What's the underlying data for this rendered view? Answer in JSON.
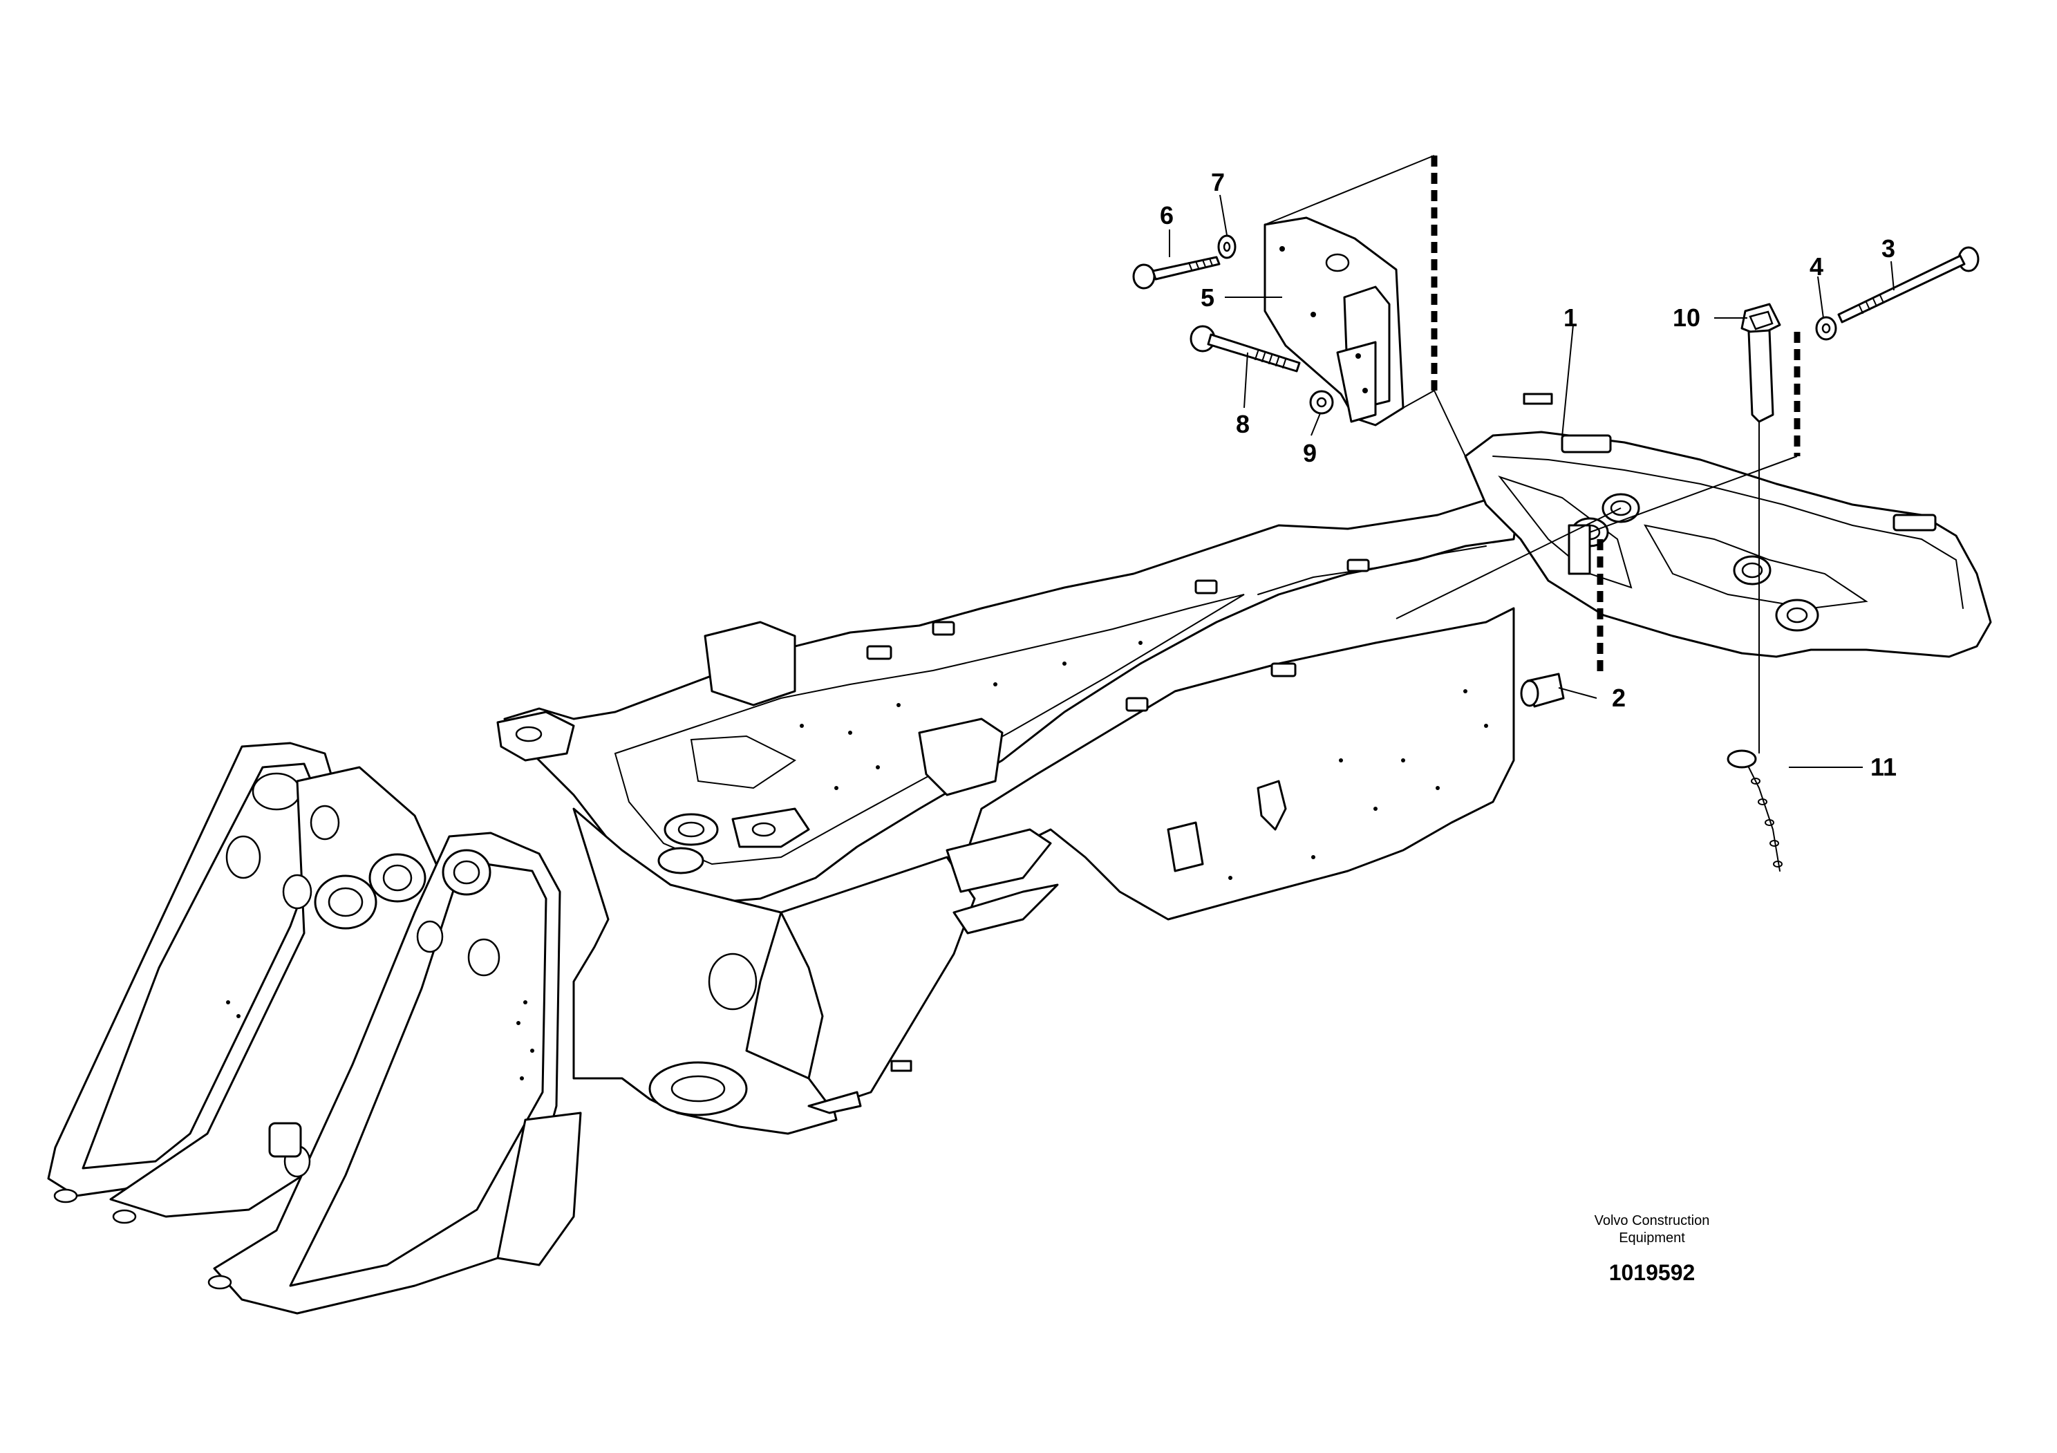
{
  "callouts": [
    {
      "id": "1",
      "text": "1"
    },
    {
      "id": "2",
      "text": "2"
    },
    {
      "id": "3",
      "text": "3"
    },
    {
      "id": "4",
      "text": "4"
    },
    {
      "id": "5",
      "text": "5"
    },
    {
      "id": "6",
      "text": "6"
    },
    {
      "id": "7",
      "text": "7"
    },
    {
      "id": "8",
      "text": "8"
    },
    {
      "id": "9",
      "text": "9"
    },
    {
      "id": "10",
      "text": "10"
    },
    {
      "id": "11",
      "text": "11"
    }
  ],
  "credit": {
    "line1": "Volvo Construction",
    "line2": "Equipment"
  },
  "document_number": "1019592"
}
